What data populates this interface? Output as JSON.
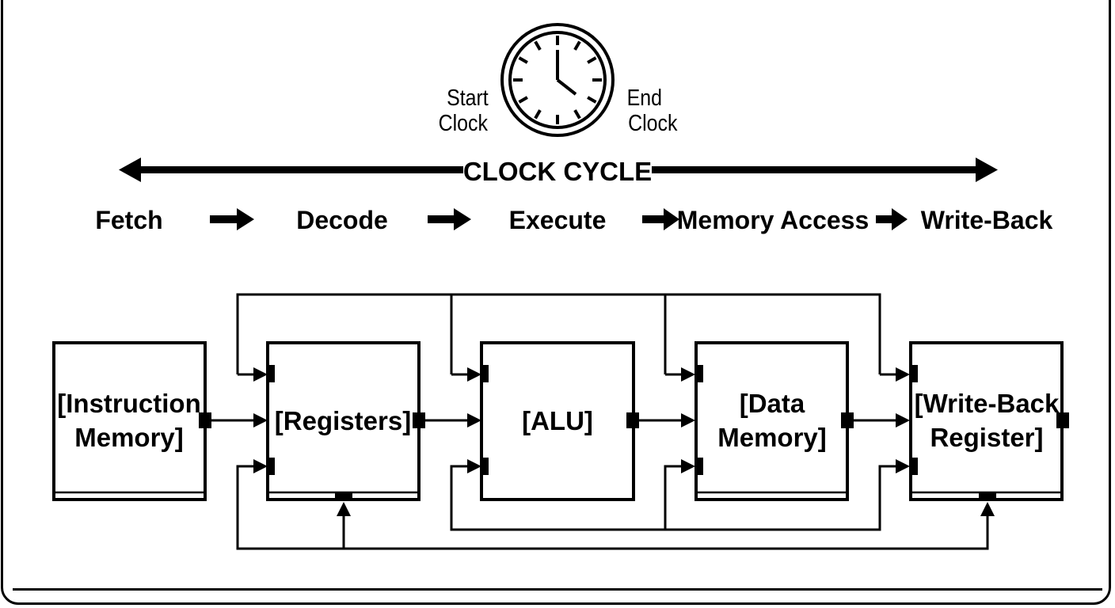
{
  "clock": {
    "start_line1": "Start",
    "start_line2": "Clock",
    "end_line1": "End",
    "end_line2": "Clock"
  },
  "cycle_label": "CLOCK CYCLE",
  "stages": [
    "Fetch",
    "Decode",
    "Execute",
    "Memory Access",
    "Write-Back"
  ],
  "blocks": [
    {
      "line1": "[Instruction",
      "line2": "Memory]"
    },
    {
      "line1": "[Registers]",
      "line2": ""
    },
    {
      "line1": "[ALU]",
      "line2": ""
    },
    {
      "line1": "[Data",
      "line2": "Memory]"
    },
    {
      "line1": "[Write-Back",
      "line2": "Register]"
    }
  ]
}
